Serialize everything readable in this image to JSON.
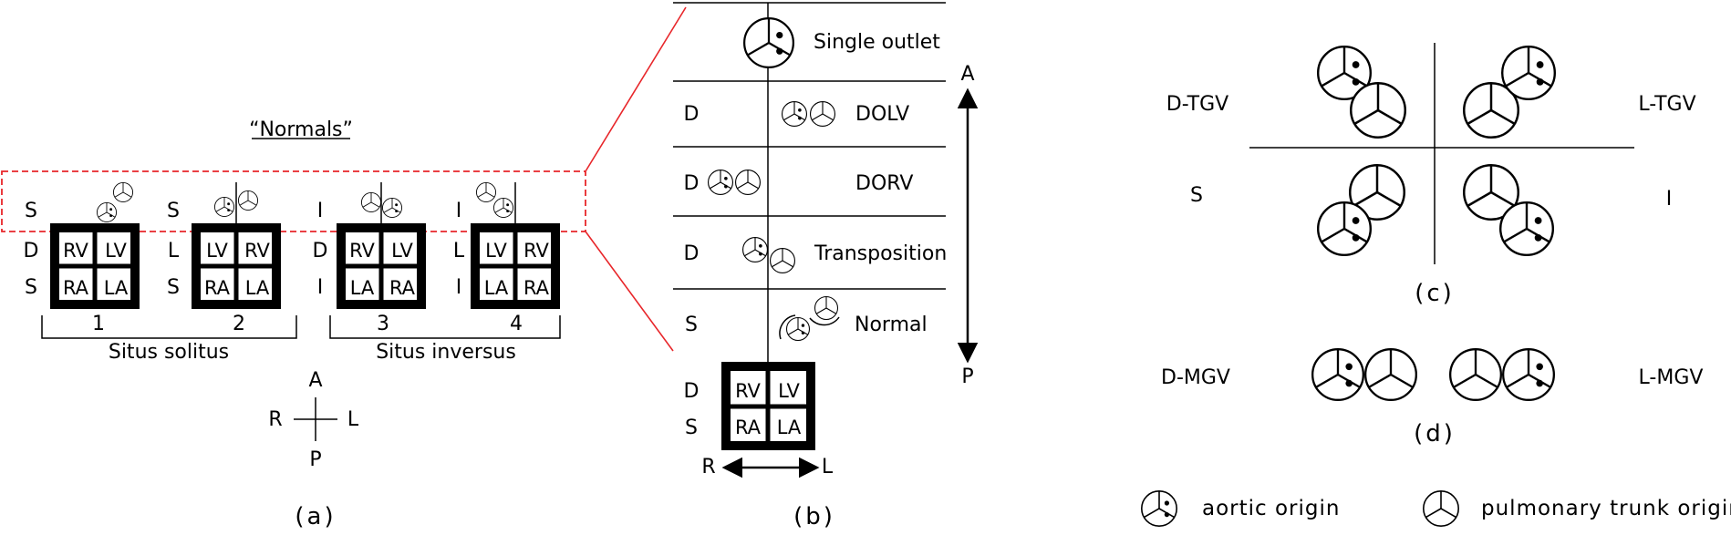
{
  "panel_a": {
    "normals_title": "“Normals”",
    "hearts": [
      {
        "num": "1",
        "side_top": "S",
        "side_mid": "D",
        "side_bot": "S",
        "cells": [
          "RV",
          "LV",
          "RA",
          "LA"
        ]
      },
      {
        "num": "2",
        "side_top": "S",
        "side_mid": "L",
        "side_bot": "S",
        "cells": [
          "LV",
          "RV",
          "RA",
          "LA"
        ]
      },
      {
        "num": "3",
        "side_top": "I",
        "side_mid": "D",
        "side_bot": "I",
        "cells": [
          "RV",
          "LV",
          "LA",
          "RA"
        ]
      },
      {
        "num": "4",
        "side_top": "I",
        "side_mid": "L",
        "side_bot": "I",
        "cells": [
          "LV",
          "RV",
          "LA",
          "RA"
        ]
      }
    ],
    "group_left": "Situs solitus",
    "group_right": "Situs inversus",
    "compass": {
      "a": "A",
      "p": "P",
      "r": "R",
      "l": "L"
    },
    "caption": "(a)"
  },
  "panel_b": {
    "rows": [
      {
        "side": "",
        "label": "Single outlet"
      },
      {
        "side": "D",
        "label": "DOLV"
      },
      {
        "side": "D",
        "label": "DORV"
      },
      {
        "side": "D",
        "label": "Transposition"
      },
      {
        "side": "S",
        "label": "Normal"
      }
    ],
    "heart_side_top": "D",
    "heart_side_bot": "S",
    "cells": [
      "RV",
      "LV",
      "RA",
      "LA"
    ],
    "axis_a": "A",
    "axis_p": "P",
    "axis_r": "R",
    "axis_l": "L",
    "caption": "(b)"
  },
  "panel_c": {
    "d_tgv": "D-TGV",
    "l_tgv": "L-TGV",
    "s": "S",
    "i": "I",
    "caption": "(c)"
  },
  "panel_d": {
    "d_mgv": "D-MGV",
    "l_mgv": "L-MGV",
    "caption": "(d)"
  },
  "legend": {
    "aortic": "aortic origin",
    "pulmonary": "pulmonary trunk origin"
  },
  "colors": {
    "highlight": "#e8262a",
    "ink": "#000000"
  }
}
